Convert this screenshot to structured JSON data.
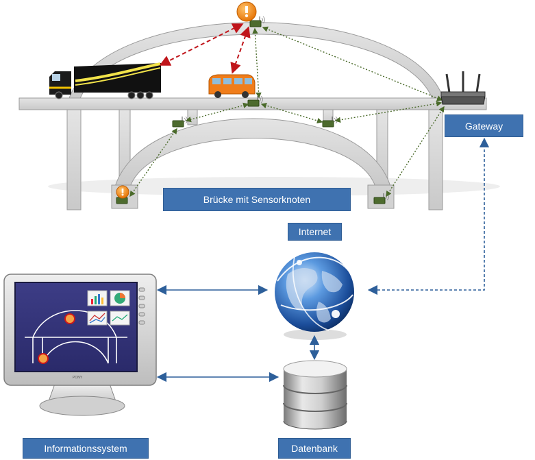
{
  "labels": {
    "bridge": "Brücke mit Sensorknoten",
    "gateway": "Gateway",
    "internet": "Internet",
    "information_system": "Informationssystem",
    "database": "Datenbank"
  },
  "monitor_brand": "PONY",
  "colors": {
    "label_bg": "#3f72b0",
    "alert": "#f08a1c",
    "red_link": "#c0151b",
    "green_link": "#4a6a2a",
    "blue_link": "#2d5f9a"
  }
}
